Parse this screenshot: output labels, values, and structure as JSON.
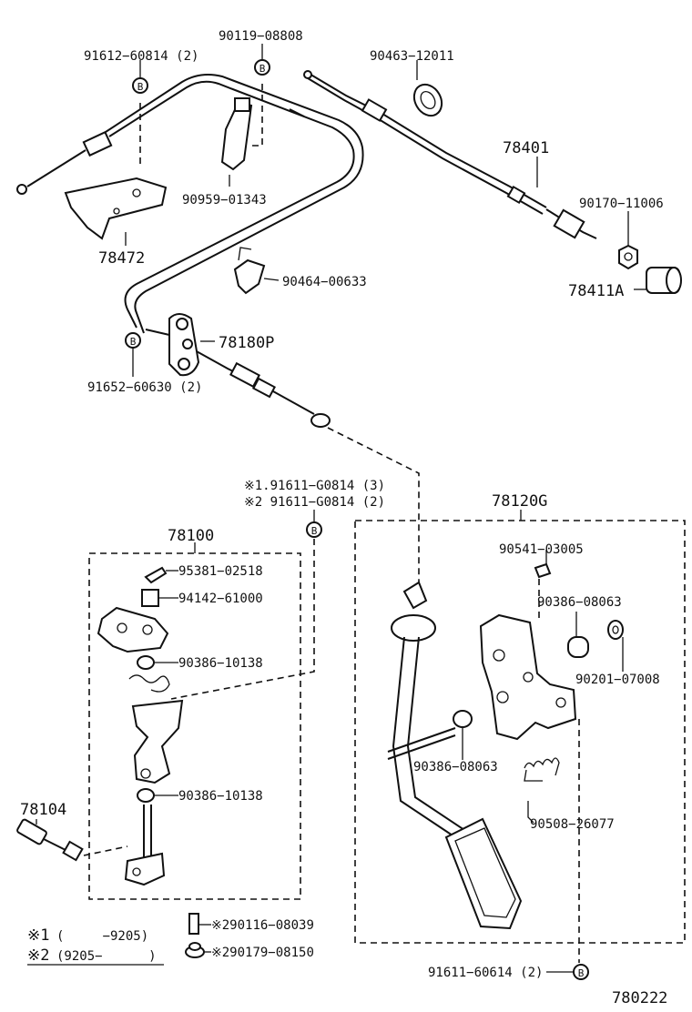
{
  "labels": {
    "p91612": "91612−60814 (2)",
    "p90119": "90119−08808",
    "p90463": "90463−12011",
    "p78401": "78401",
    "p90170": "90170−11006",
    "p78411A": "78411A",
    "p90959": "90959−01343",
    "p78472": "78472",
    "p90464": "90464−00633",
    "p78180P": "78180P",
    "p91652": "91652−60630 (2)",
    "p91611a": "※1.91611−G0814 (3)",
    "p91611b": "※2 91611−G0814 (2)",
    "p78120G": "78120G",
    "p78100": "78100",
    "p95381": "95381−02518",
    "p94142": "94142−61000",
    "p90386a": "90386−10138",
    "p90386b": "90386−10138",
    "p78104": "78104",
    "p90541": "90541−03005",
    "p90386c": "90386−08063",
    "p90201": "90201−07008",
    "p90386d": "90386−08063",
    "p90508": "90508−26077",
    "p90116": "※290116−08039",
    "p90179": "※290179−08150",
    "p91611c": "91611−60614 (2)"
  },
  "legend": {
    "note1_mark": "※1",
    "note1_text": "(     −9205)",
    "note2_mark": "※2",
    "note2_text": "(9205−      )"
  },
  "ref_badge": "B",
  "figure_number": "780222"
}
